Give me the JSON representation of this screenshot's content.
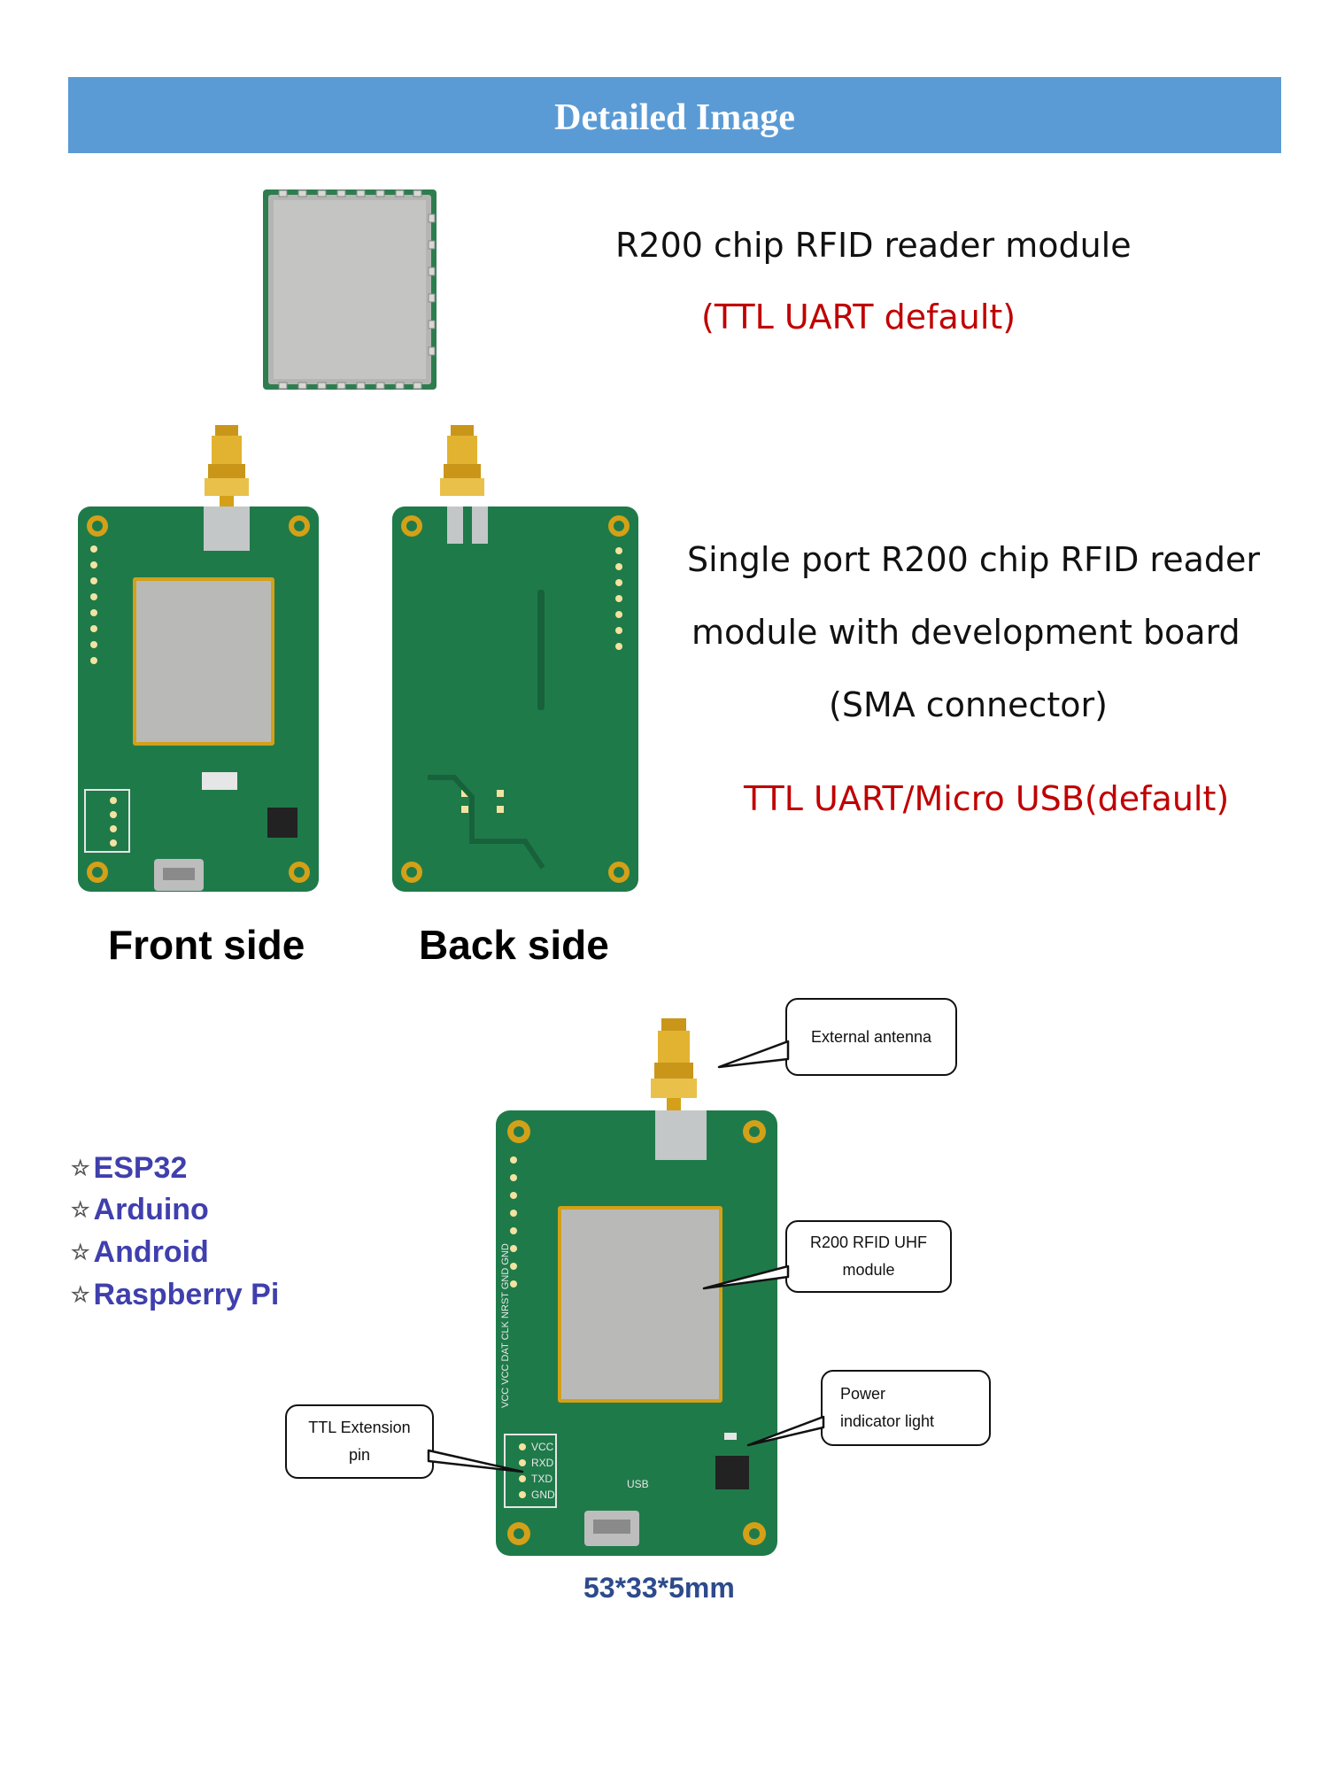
{
  "banner": {
    "title": "Detailed Image"
  },
  "module": {
    "title": "R200 chip RFID reader module",
    "subtitle": "(TTL UART default)"
  },
  "devboard": {
    "line1": "Single port R200 chip RFID reader",
    "line2": "module with development board",
    "line3": "(SMA connector)",
    "interface": "TTL UART/Micro USB(default)"
  },
  "sides": {
    "front": "Front side",
    "back": "Back side"
  },
  "platforms": [
    "ESP32",
    "Arduino",
    "Android",
    "Raspberry Pi"
  ],
  "callouts": {
    "antenna": "External antenna",
    "module_line1": "R200 RFID UHF",
    "module_line2": "module",
    "power_line1": "Power",
    "power_line2": "indicator light",
    "ttl_line1": "TTL Extension",
    "ttl_line2": "pin"
  },
  "silkscreen": {
    "pins": [
      "VCC",
      "RXD",
      "TXD",
      "GND"
    ],
    "usb": "USB",
    "header": "VCC VCC DAT CLK NRST GND GND"
  },
  "dimensions": "53*33*5mm",
  "colors": {
    "banner": "#5b9bd5",
    "pcb": "#1f7a4a",
    "shield": "#b9bab8",
    "gold": "#d4a017",
    "accent_red": "#c00000",
    "platform_text": "#3f3fae",
    "dims_text": "#2d4a8c"
  }
}
